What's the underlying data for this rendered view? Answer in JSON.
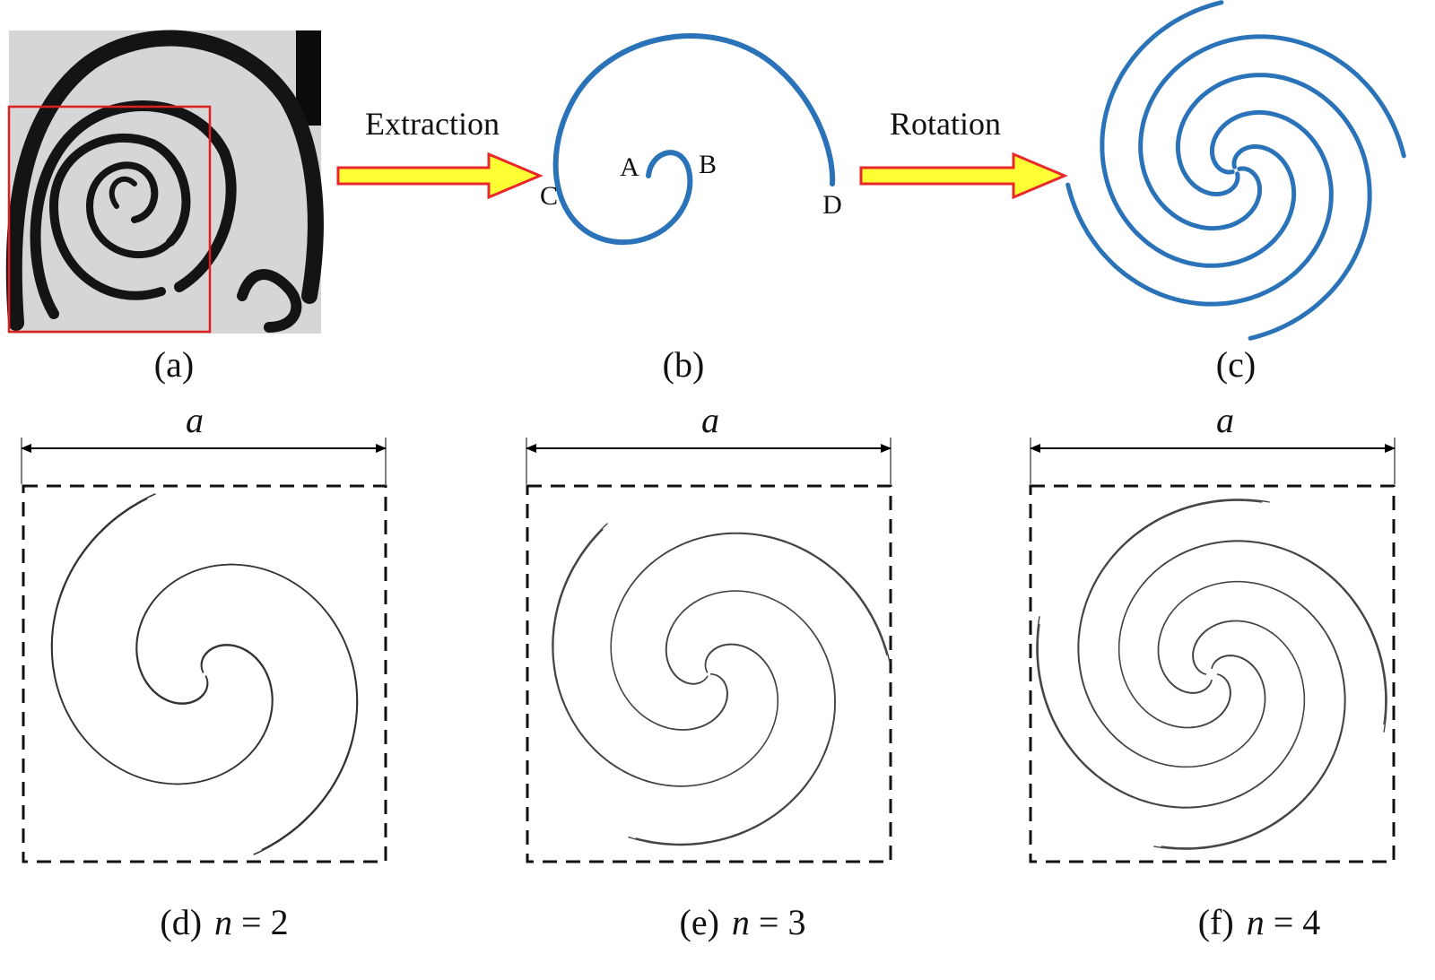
{
  "panel_a": {
    "label": "(a)"
  },
  "panel_b": {
    "label": "(b)",
    "points": {
      "A": "A",
      "B": "B",
      "C": "C",
      "D": "D"
    }
  },
  "panel_c": {
    "label": "(c)"
  },
  "arrows": {
    "extraction": "Extraction",
    "rotation": "Rotation"
  },
  "panel_d": {
    "letter": "(d)",
    "var": "n",
    "eq": "= 2",
    "dim": "a"
  },
  "panel_e": {
    "letter": "(e)",
    "var": "n",
    "eq": "= 3",
    "dim": "a"
  },
  "panel_f": {
    "letter": "(f)",
    "var": "n",
    "eq": "= 4",
    "dim": "a"
  },
  "colors": {
    "spiral_blue": "#2a73b8",
    "arrow_fill": "#ffff33",
    "arrow_stroke": "#e8282a",
    "highlight_box": "#e02020",
    "line": "#333333"
  }
}
